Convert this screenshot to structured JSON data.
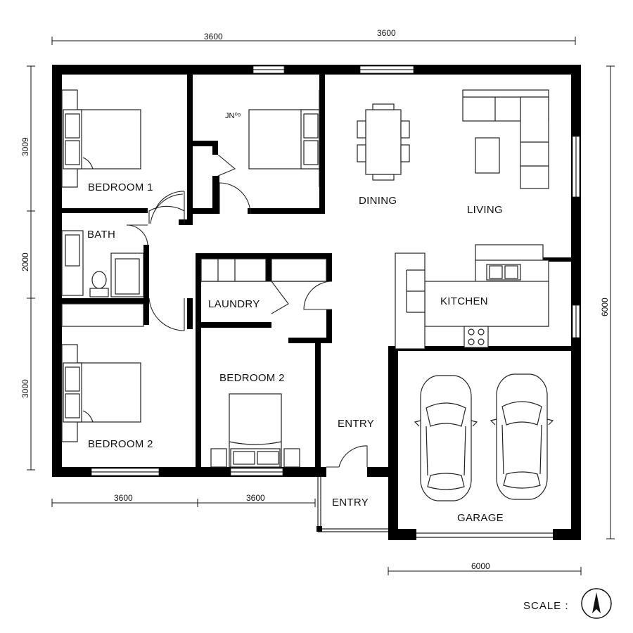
{
  "rooms": {
    "bedroom1": "BEDROOM 1",
    "bath": "BATH",
    "bedroom2_left": "BEDROOM 2",
    "laundry": "LAUNDRY",
    "bedroom2_center": "BEDROOM 2",
    "dining": "DINING",
    "living": "LIVING",
    "kitchen": "KITCHEN",
    "entry_inner": "ENTRY",
    "entry_porch": "ENTRY",
    "garage": "GARAGE"
  },
  "dimensions": {
    "top_left": "3600",
    "top_right": "3600",
    "left_top": "3009",
    "left_mid": "2000",
    "left_bottom": "3000",
    "right": "6000",
    "bottom_left": "3600",
    "bottom_mid": "3600",
    "garage_width": "6000"
  },
  "bed_scribble": "JN⁰⁹",
  "scale": {
    "label": "SCALE :",
    "icon": "north-arrow-icon"
  }
}
